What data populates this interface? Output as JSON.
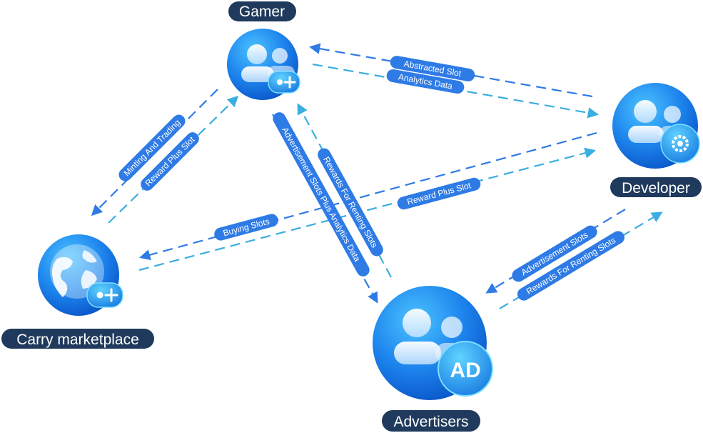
{
  "nodes": {
    "gamer": {
      "title": "Gamer",
      "icon": "users-gamepad-plus-icon"
    },
    "developer": {
      "title": "Developer",
      "icon": "users-gear-icon"
    },
    "marketplace": {
      "title": "Carry marketplace",
      "icon": "globe-gamepad-plus-icon"
    },
    "advertisers": {
      "title": "Advertisers",
      "icon": "users-ad-icon",
      "badge_text": "AD"
    }
  },
  "edges": {
    "abstracted_slot": "Abstracted Slot",
    "analytics_data": "Analytics Data",
    "minting_and_trading": "Minting And Trading",
    "reward_plus_slot_gm": "Reward Plus Slot",
    "advertisement_slots_plus_analytics": "Advertisement Slots Plus Analytics Data",
    "rewards_for_renting_slots_ga": "Rewards For Renting Slots",
    "reward_plus_slot_dm": "Reward Plus Slot",
    "buying_slots": "Buying Slots",
    "advertisement_slots": "Advertisement Slots",
    "rewards_for_renting_slots_ad": "Rewards For Renting Slots"
  },
  "colors": {
    "label_bg": "#1f3a5c",
    "pill_blue": "#2f7be6",
    "dash_dark": "#2f7be6",
    "dash_light": "#3aaee0",
    "node_light": "#3fb6ff",
    "node_dark": "#0a5fd6"
  }
}
